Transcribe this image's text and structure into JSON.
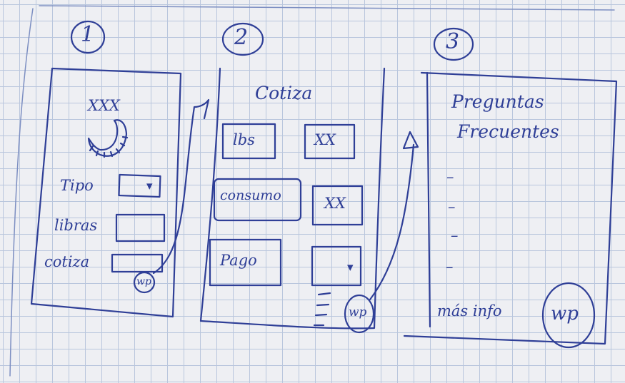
{
  "screens": [
    {
      "number": "1",
      "title": "XXX",
      "fields": [
        {
          "label": "Tipo",
          "control": "▾"
        },
        {
          "label": "libras",
          "control": ""
        },
        {
          "label": "cotiza",
          "control": ""
        }
      ],
      "whatsapp": "wp"
    },
    {
      "number": "2",
      "title": "Cotiza",
      "rows": [
        {
          "label": "lbs",
          "value": "XX"
        },
        {
          "label": "consumo",
          "value": "XX"
        },
        {
          "label": "Pago",
          "value": "▾"
        }
      ],
      "whatsapp": "wp"
    },
    {
      "number": "3",
      "title_line1": "Preguntas",
      "title_line2": "Frecuentes",
      "items": [
        "–",
        "–",
        "–",
        "–"
      ],
      "footer": "más info",
      "whatsapp": "wp"
    }
  ],
  "colors": {
    "ink": "#2f3f97",
    "paper": "#eeeff3",
    "grid": "#b9c6dd"
  }
}
